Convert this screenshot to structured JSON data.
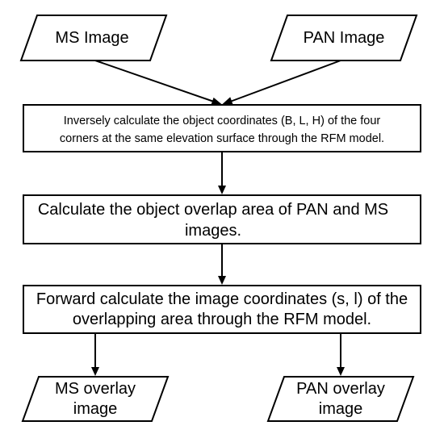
{
  "diagram": {
    "nodes": {
      "ms_image": {
        "lines": [
          "MS Image"
        ]
      },
      "pan_image": {
        "lines": [
          "PAN Image"
        ]
      },
      "inverse_calc": {
        "lines": [
          "Inversely calculate the object coordinates (B, L, H) of the four",
          "corners  at the same elevation surface through the RFM model."
        ]
      },
      "overlap_area": {
        "lines": [
          "Calculate the object overlap area of PAN and MS",
          "images."
        ]
      },
      "forward_calc": {
        "lines": [
          "Forward calculate the image coordinates (s, l) of the",
          "overlapping area through the RFM model."
        ]
      },
      "ms_overlay": {
        "lines": [
          "MS overlay",
          "image"
        ]
      },
      "pan_overlay": {
        "lines": [
          "PAN overlay",
          "image"
        ]
      }
    },
    "edges": [
      {
        "from": "ms_image",
        "to": "inverse_calc"
      },
      {
        "from": "pan_image",
        "to": "inverse_calc"
      },
      {
        "from": "inverse_calc",
        "to": "overlap_area"
      },
      {
        "from": "overlap_area",
        "to": "forward_calc"
      },
      {
        "from": "forward_calc",
        "to": "ms_overlay"
      },
      {
        "from": "forward_calc",
        "to": "pan_overlay"
      }
    ]
  }
}
